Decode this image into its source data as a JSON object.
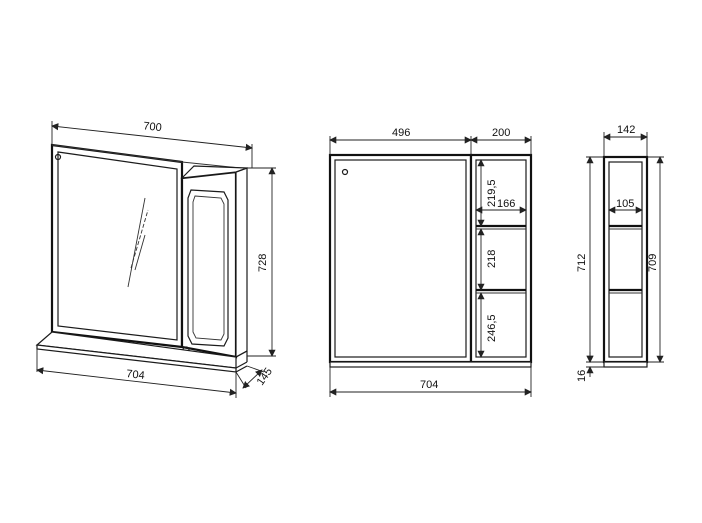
{
  "drawing": {
    "views": [
      {
        "name": "isometric",
        "dimensions": {
          "width_top": "700",
          "width_bottom": "704",
          "height": "728",
          "depth": "145"
        }
      },
      {
        "name": "front",
        "dimensions": {
          "mirror_width": "496",
          "shelf_section_width": "200",
          "shelf_top_height": "219,5",
          "shelf_inner_width": "166",
          "shelf_mid_height": "218",
          "shelf_bottom_height": "246,5",
          "total_width": "704"
        }
      },
      {
        "name": "side",
        "dimensions": {
          "depth_top": "142",
          "inner_depth": "105",
          "height_outer": "712",
          "height_inner": "709",
          "base_thickness": "16"
        }
      }
    ]
  }
}
